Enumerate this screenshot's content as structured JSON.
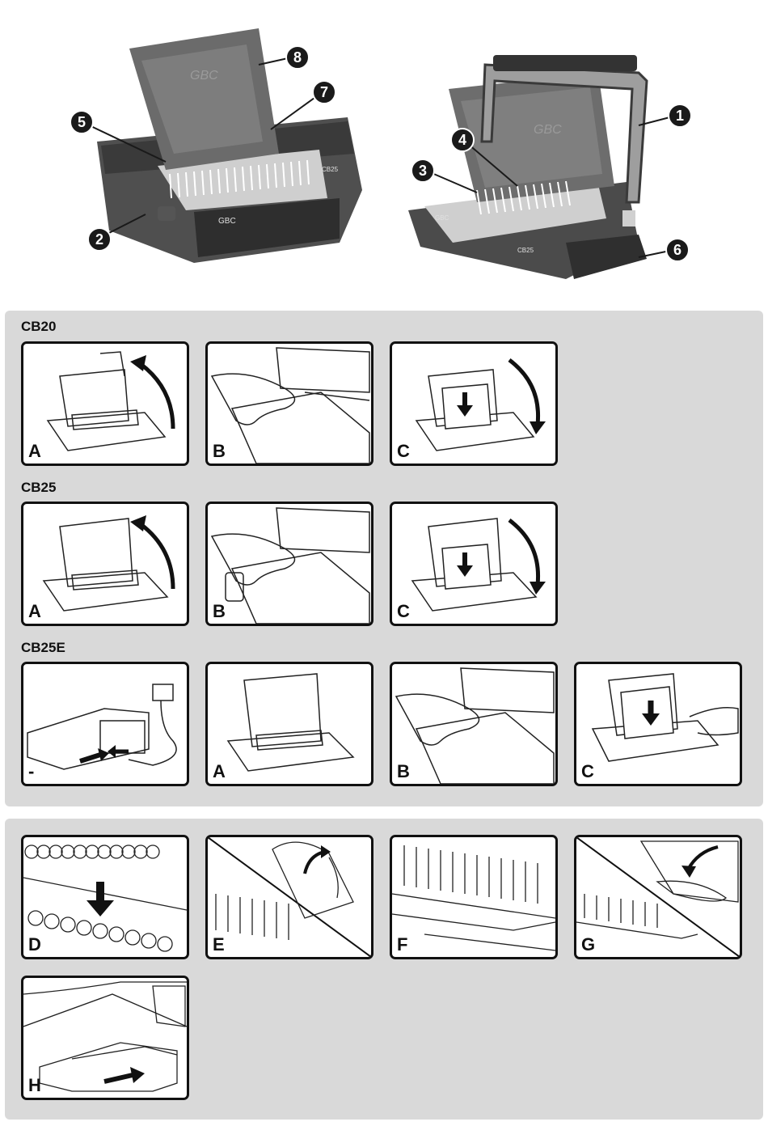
{
  "hero": {
    "logo_left": "GBC",
    "logo_right": "GBC",
    "model_left": "CB25",
    "model_right": "CB25",
    "callouts": [
      "1",
      "2",
      "3",
      "4",
      "5",
      "6",
      "7",
      "8"
    ]
  },
  "sections": [
    {
      "title": "CB20",
      "steps": [
        "A",
        "B",
        "C"
      ]
    },
    {
      "title": "CB25",
      "steps": [
        "A",
        "B",
        "C"
      ]
    },
    {
      "title": "CB25E",
      "steps": [
        "-",
        "A",
        "B",
        "C"
      ]
    }
  ],
  "binding_steps": [
    "D",
    "E",
    "F",
    "G",
    "H"
  ]
}
